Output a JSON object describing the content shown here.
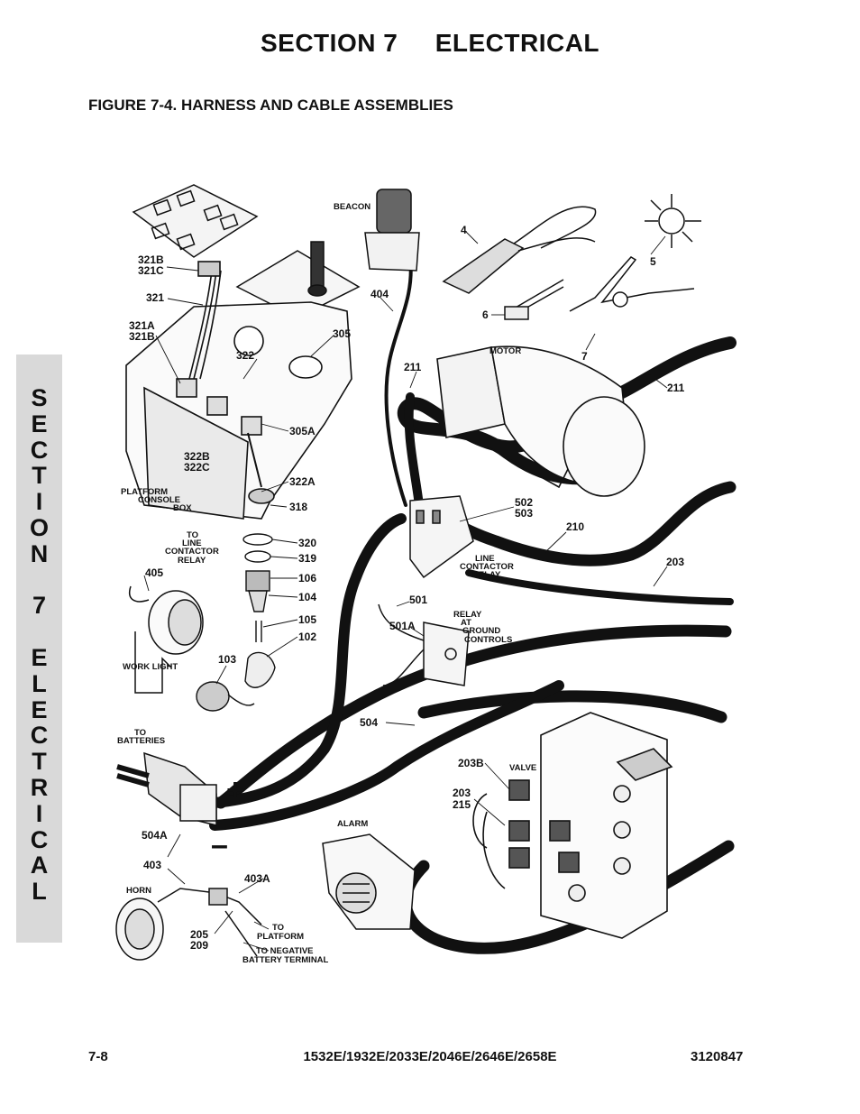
{
  "header": {
    "section_title": "SECTION 7     ELECTRICAL",
    "figure_title": "FIGURE 7-4. HARNESS AND CABLE ASSEMBLIES"
  },
  "side_tab": {
    "letters": [
      "S",
      "E",
      "C",
      "T",
      "I",
      "O",
      "N",
      "",
      "7",
      "",
      "E",
      "L",
      "E",
      "C",
      "T",
      "R",
      "I",
      "C",
      "A",
      "L"
    ]
  },
  "labels": {
    "beacon": "BEACON",
    "motor": "MOTOR",
    "valve": "VALVE",
    "alarm": "ALARM",
    "horn": "HORN",
    "work_light": "WORK LIGHT",
    "platform_console_box": [
      "PLATFORM",
      "CONSOLE",
      "BOX"
    ],
    "to_line_contactor_relay": [
      "TO",
      "LINE",
      "CONTACTOR",
      "RELAY"
    ],
    "line_contactor_relay": [
      "LINE",
      "CONTACTOR",
      "RELAY"
    ],
    "relay_at_ground_controls": [
      "RELAY",
      "AT",
      "GROUND",
      "CONTROLS"
    ],
    "to_batteries": [
      "TO",
      "BATTERIES"
    ],
    "to_platform": [
      "TO",
      "PLATFORM"
    ],
    "to_negative_battery_terminal": [
      "TO NEGATIVE",
      "BATTERY TERMINAL"
    ],
    "plus": "+",
    "minus": "–",
    "n4": "4",
    "n5": "5",
    "n6": "6",
    "n7": "7",
    "n321b_321c": [
      "321B",
      "321C"
    ],
    "n321": "321",
    "n321a_321b": [
      "321A",
      "321B"
    ],
    "n322": "322",
    "n305": "305",
    "n305a": "305A",
    "n322b_322c": [
      "322B",
      "322C"
    ],
    "n322a": "322A",
    "n318": "318",
    "n320": "320",
    "n319": "319",
    "n106": "106",
    "n104": "104",
    "n105": "105",
    "n102": "102",
    "n103": "103",
    "n405": "405",
    "n404": "404",
    "n211a": "211",
    "n211b": "211",
    "n502_503": [
      "502",
      "503"
    ],
    "n210": "210",
    "n203": "203",
    "n501": "501",
    "n501a": "501A",
    "n504": "504",
    "n504a": "504A",
    "n203b": "203B",
    "n203_215": [
      "203",
      "215"
    ],
    "n403": "403",
    "n403a": "403A",
    "n205_209": [
      "205",
      "209"
    ]
  },
  "footer": {
    "page": "7-8",
    "models": "1532E/1932E/2033E/2046E/2646E/2658E",
    "doc_number": "3120847"
  }
}
